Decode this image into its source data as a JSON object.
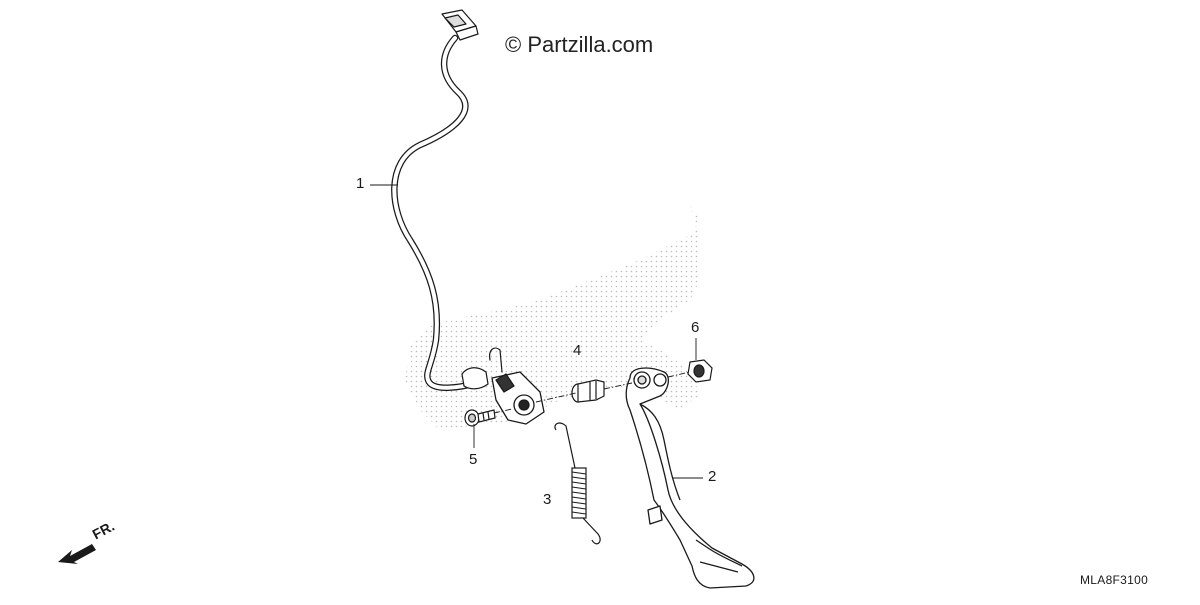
{
  "watermark": "© Partzilla.com",
  "diagram_code": "MLA8F3100",
  "front_label": "FR.",
  "callouts": [
    {
      "id": "1",
      "text": "1"
    },
    {
      "id": "2",
      "text": "2"
    },
    {
      "id": "3",
      "text": "3"
    },
    {
      "id": "4",
      "text": "4"
    },
    {
      "id": "5",
      "text": "5"
    },
    {
      "id": "6",
      "text": "6"
    }
  ],
  "colors": {
    "line": "#1a1a1a",
    "screen": "#b8b8b8"
  }
}
